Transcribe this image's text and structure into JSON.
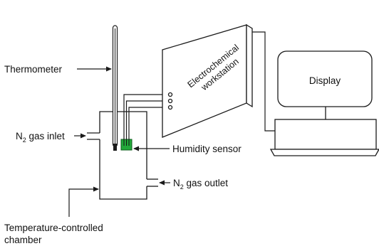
{
  "labels": {
    "thermometer": "Thermometer",
    "n2_inlet_main": "N",
    "n2_inlet_sub": "2",
    "n2_inlet_rest": " gas inlet",
    "humidity_sensor": "Humidity sensor",
    "n2_outlet_main": "N",
    "n2_outlet_sub": "2",
    "n2_outlet_rest": " gas outlet",
    "chamber_line1": "Temperature-controlled",
    "chamber_line2": "chamber",
    "workstation_line1": "Electrochemical",
    "workstation_line2": "workstation",
    "display": "Display"
  },
  "colors": {
    "stroke": "#1a1a1a",
    "sensor_fill": "#22a83a",
    "sensor_stroke": "#0e5c1c",
    "background": "#ffffff"
  }
}
